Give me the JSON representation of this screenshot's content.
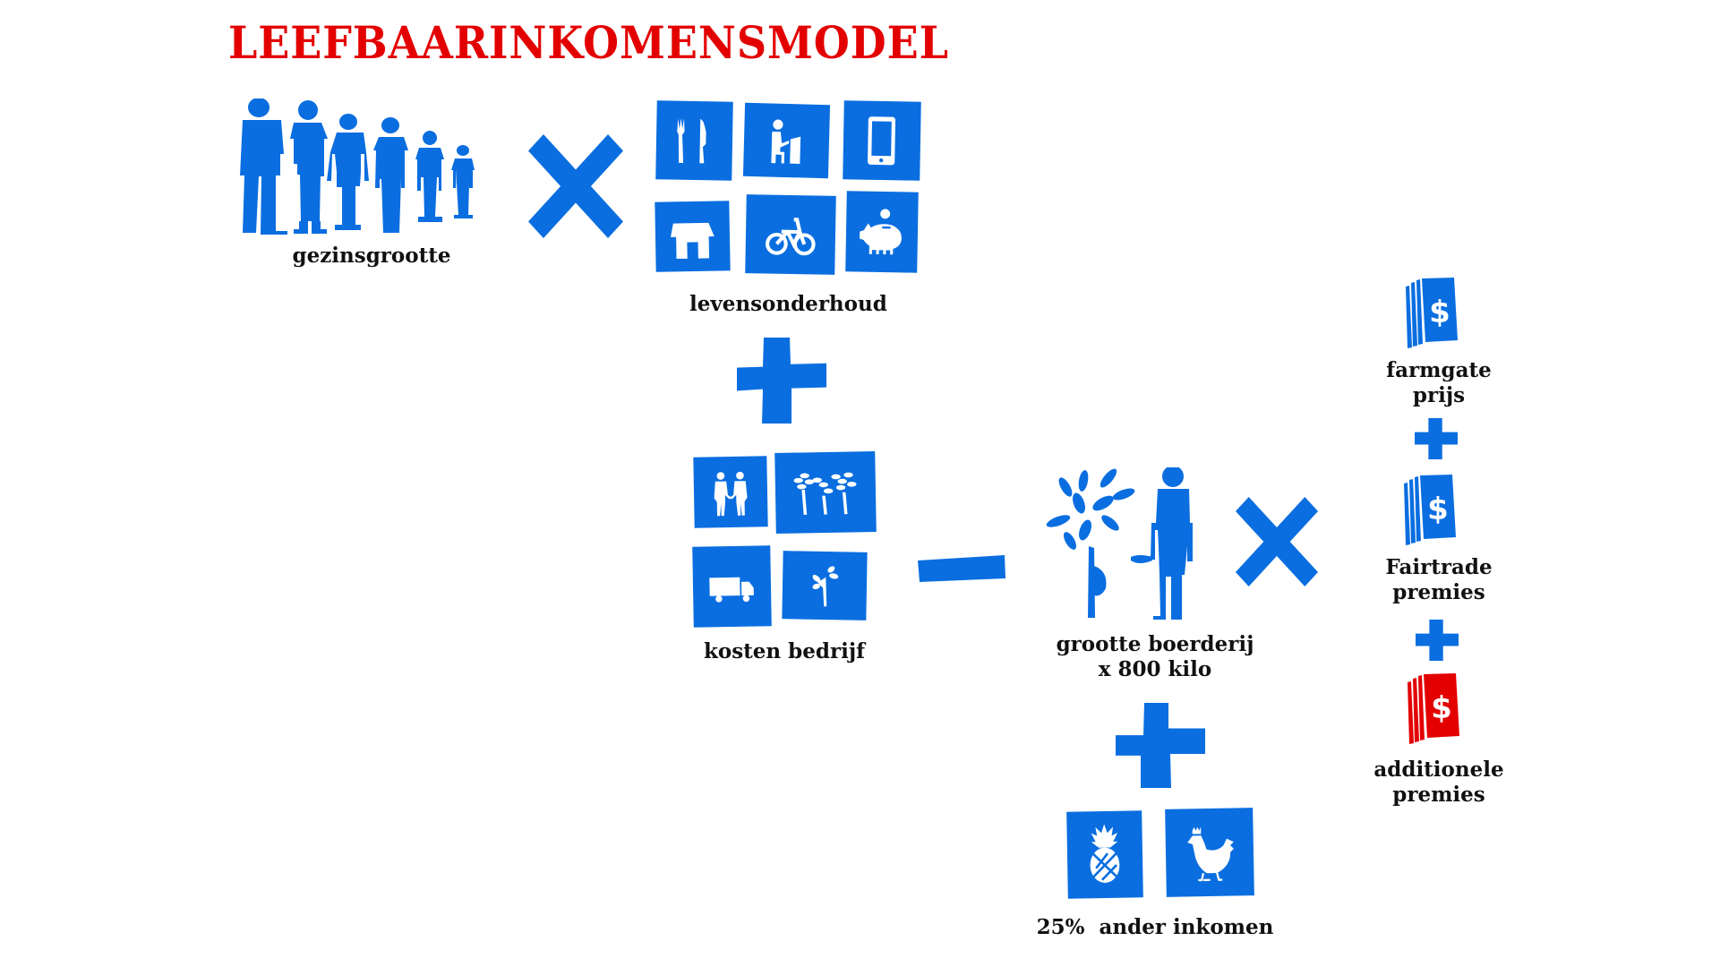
{
  "title": "LEEFBAARINKOMENSMODEL",
  "colors": {
    "accent_blue": "#0a6ee0",
    "title_red": "#e30000",
    "text": "#111111",
    "premium_red": "#e30000"
  },
  "family": {
    "label": "gezinsgrootte",
    "members": [
      "man-icon",
      "woman-icon",
      "boy-icon",
      "girl-icon",
      "child-icon",
      "small-child-icon"
    ]
  },
  "operators": {
    "family_times_living": "multiply-icon",
    "living_plus_business": "plus-icon",
    "business_minus_farm": "minus-icon",
    "farm_times_price": "multiply-icon",
    "farm_plus_other": "plus-icon",
    "price_plus_fairtrade": "plus-icon",
    "fairtrade_plus_additional": "plus-icon"
  },
  "living_costs": {
    "label": "levensonderhoud",
    "tiles": [
      "food-icon",
      "education-icon",
      "phone-icon",
      "housing-icon",
      "bicycle-icon",
      "savings-icon"
    ]
  },
  "business_costs": {
    "label": "kosten bedrijf",
    "tiles": [
      "labour-icon",
      "trees-icon",
      "transport-icon",
      "seedling-icon"
    ]
  },
  "farm": {
    "label_line1": "grootte boerderij",
    "label_line2": "x 800 kilo",
    "icons": [
      "tree-icon",
      "farmer-icon"
    ]
  },
  "other_income": {
    "label": "25%  ander inkomen",
    "tiles": [
      "pineapple-icon",
      "chicken-icon"
    ]
  },
  "prices": [
    {
      "line1": "farmgate",
      "line2": "prijs",
      "icon": "money-icon",
      "color": "#0a6ee0"
    },
    {
      "line1": "Fairtrade",
      "line2": "premies",
      "icon": "money-icon",
      "color": "#0a6ee0"
    },
    {
      "line1": "additionele",
      "line2": "premies",
      "icon": "money-icon",
      "color": "#e30000"
    }
  ]
}
